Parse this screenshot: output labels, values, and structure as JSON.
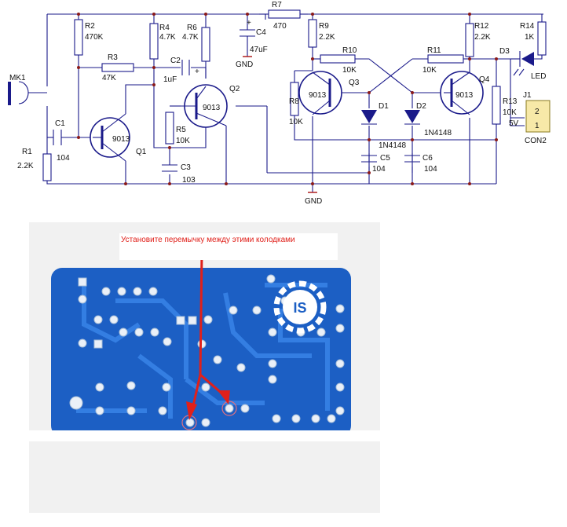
{
  "schematic": {
    "components": {
      "mk1": "MK1",
      "r1": "R1",
      "r1_val": "2.2K",
      "c1": "C1",
      "c1_val": "104",
      "r2": "R2",
      "r2_val": "470K",
      "r3": "R3",
      "r3_val": "47K",
      "q1": "9013",
      "q1_ref": "Q1",
      "r4": "R4",
      "r4_val": "4.7K",
      "c2": "C2",
      "c2_val": "1uF",
      "c2_plus": "+",
      "r5": "R5",
      "r5_val": "10K",
      "c3": "C3",
      "c3_val": "103",
      "r6": "R6",
      "r6_val": "4.7K",
      "q2": "9013",
      "q2_ref": "Q2",
      "c4": "C4",
      "c4_val": "47uF",
      "c4_plus": "+",
      "r7": "R7",
      "r7_val": "470",
      "gnd_top": "GND",
      "r9": "R9",
      "r9_val": "2.2K",
      "r10": "R10",
      "r10_val": "10K",
      "r8": "R8",
      "r8_val": "10K",
      "q3": "9013",
      "q3_ref": "Q3",
      "d1": "D1",
      "d1_val": "1N4148",
      "d2": "D2",
      "d2_val": "1N4148",
      "c5": "C5",
      "c5_val": "104",
      "c6": "C6",
      "c6_val": "104",
      "gnd_bottom": "GND",
      "r11": "R11",
      "r11_val": "10K",
      "r12": "R12",
      "r12_val": "2.2K",
      "q4": "9013",
      "q4_ref": "Q4",
      "r13": "R13",
      "r13_val": "10K",
      "r14": "R14",
      "r14_val": "1K",
      "d3": "D3",
      "led": "LED",
      "j1": "J1",
      "j1_pin2": "2",
      "j1_pin1": "1",
      "j1_voltage": "5V",
      "con": "CON2"
    }
  },
  "photo": {
    "callout": "Установите перемычку между этими колодками",
    "colors": {
      "pcb": "#1c5fc4",
      "trace": "#2f7fe0",
      "arrow": "#e0201a"
    },
    "icon": "gear-logo-icon"
  }
}
